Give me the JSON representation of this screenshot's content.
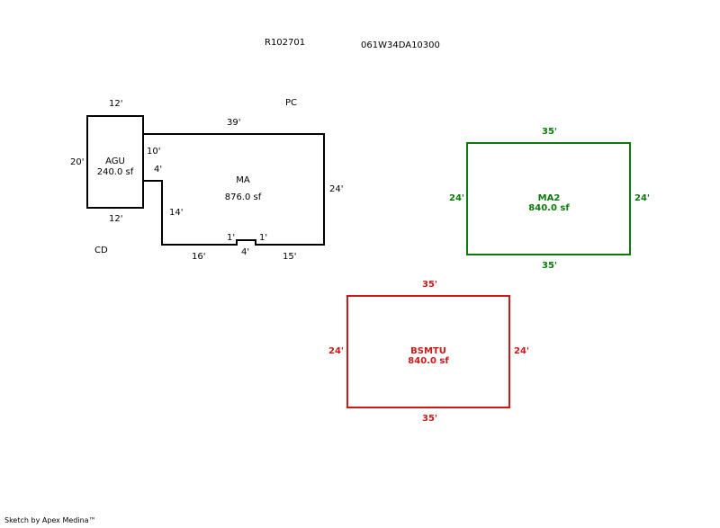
{
  "header": {
    "parcel_id": "R102701",
    "map_number": "061W34DA10300"
  },
  "colors": {
    "main": "#000000",
    "ma2": "#0a7a0a",
    "bsmtu": "#d01818"
  },
  "agu": {
    "name": "AGU",
    "area": "240.0 sf",
    "top": "12'",
    "bottom": "12'",
    "left": "20'"
  },
  "ma": {
    "name": "MA",
    "area": "876.0 sf",
    "top": "39'",
    "right": "24'",
    "left_upper": "10'",
    "step_out": "4'",
    "left_lower": "14'",
    "bottom_left": "16'",
    "notch_left": "1'",
    "notch_right": "1'",
    "notch_width": "4'",
    "bottom_right": "15'"
  },
  "labels": {
    "pc": "PC",
    "cd": "CD"
  },
  "ma2": {
    "name": "MA2",
    "area": "840.0 sf",
    "top": "35'",
    "bottom": "35'",
    "left": "24'",
    "right": "24'"
  },
  "bsmtu": {
    "name": "BSMTU",
    "area": "840.0 sf",
    "top": "35'",
    "bottom": "35'",
    "left": "24'",
    "right": "24'"
  },
  "footer": {
    "credit": "Sketch by Apex Medina™"
  }
}
